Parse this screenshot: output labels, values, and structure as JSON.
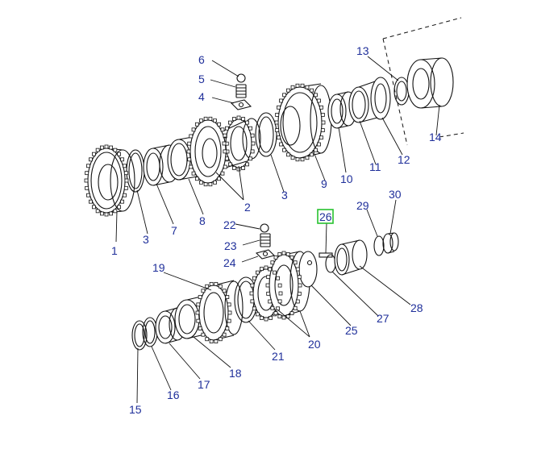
{
  "diagram": {
    "highlight_color": "#27c22f",
    "label_color": "#1f2f9a",
    "highlighted_callout": "26",
    "callouts": {
      "c1": "1",
      "c2": "2",
      "c3a": "3",
      "c3b": "3",
      "c4": "4",
      "c5": "5",
      "c6": "6",
      "c7": "7",
      "c8": "8",
      "c9": "9",
      "c10": "10",
      "c11": "11",
      "c12": "12",
      "c13": "13",
      "c14": "14",
      "c15": "15",
      "c16": "16",
      "c17": "17",
      "c18": "18",
      "c19": "19",
      "c20": "20",
      "c21": "21",
      "c22": "22",
      "c23": "23",
      "c24": "24",
      "c25": "25",
      "c26": "26",
      "c27": "27",
      "c28": "28",
      "c29": "29",
      "c30": "30"
    }
  }
}
